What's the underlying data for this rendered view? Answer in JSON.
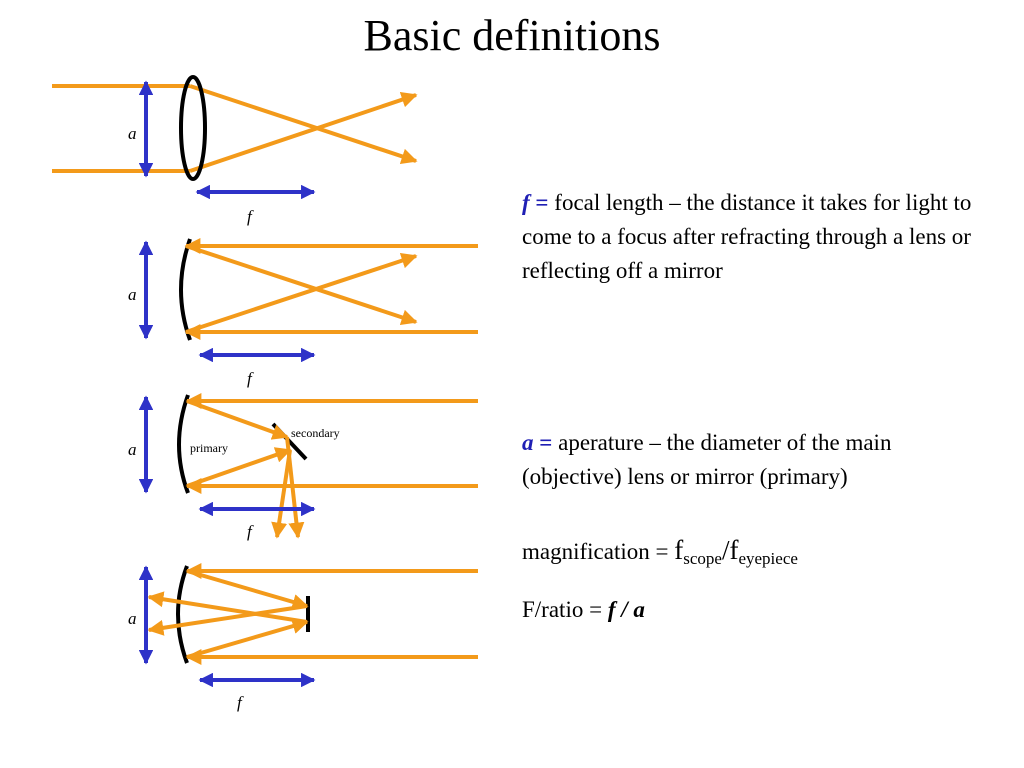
{
  "title": "Basic definitions",
  "colors": {
    "ray": "#F39A1A",
    "dimension": "#2E32C8",
    "optic": "#000000",
    "accent": "#1F1FB4"
  },
  "diagrams": [
    {
      "type": "refractor-lens",
      "aperture_label": "a",
      "focal_label": "f"
    },
    {
      "type": "concave-mirror",
      "aperture_label": "a",
      "focal_label": "f"
    },
    {
      "type": "newtonian",
      "aperture_label": "a",
      "focal_label": "f",
      "primary_label": "primary",
      "secondary_label": "secondary"
    },
    {
      "type": "cassegrain",
      "aperture_label": "a",
      "focal_label": "f"
    }
  ],
  "definitions": {
    "focal": {
      "symbol": "f",
      "eq": " =",
      "text": " focal length – the distance it takes for light to come to a focus after refracting through a lens or reflecting off a mirror"
    },
    "aperture": {
      "symbol": "a",
      "eq": " =",
      "text": " aperature – the diameter of the main (objective) lens or mirror (primary)"
    }
  },
  "magnification": {
    "label": "magnification = ",
    "f1": "f",
    "sub1": "scope",
    "slash": "/",
    "f2": "f",
    "sub2": "eyepiece"
  },
  "fratio": {
    "label": "F/ratio = ",
    "formula": "f / a"
  }
}
